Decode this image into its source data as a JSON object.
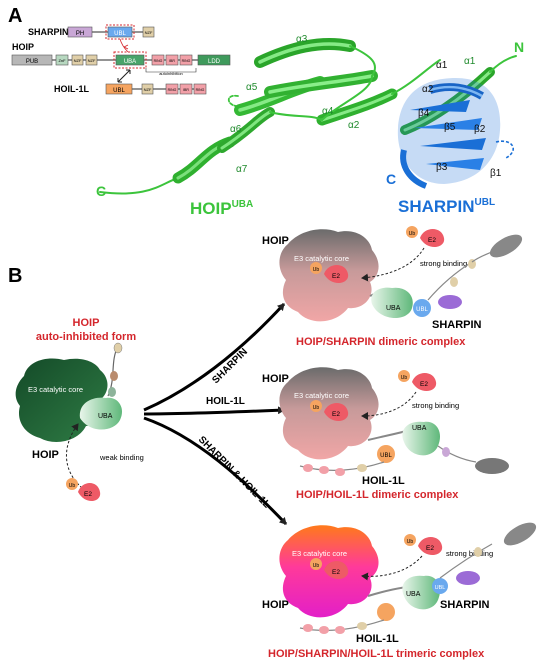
{
  "panel_a": {
    "label": "A",
    "domain_map": {
      "sharpin_row": "SHARPIN",
      "sharpin_domains": [
        "PH",
        "UBL",
        "NZF"
      ],
      "hoip_row": "HOIP",
      "hoip_domains": [
        "PUB",
        "ZnF",
        "NZF",
        "NZF",
        "UBA",
        "RING",
        "IBR",
        "RING",
        "LDD"
      ],
      "hoil_row": "HOIL-1L",
      "hoil_domains": [
        "UBL",
        "NZF",
        "RING",
        "IBR",
        "RING"
      ],
      "autoinhibition": "autoinhibition"
    },
    "helices": [
      "α1",
      "α2",
      "α3",
      "α4",
      "α5",
      "α6",
      "α7"
    ],
    "sharpin_ss": [
      "α1",
      "α2",
      "β1",
      "β2",
      "β3",
      "β4",
      "β5"
    ],
    "n_term": "N",
    "c_term_hoip": "C",
    "c_term_sharpin": "C",
    "hoip_label": "HOIP",
    "hoip_sup": "UBA",
    "sharpin_label": "SHARPIN",
    "sharpin_sup": "UBL"
  },
  "panel_b": {
    "label": "B",
    "left": {
      "title_line1": "HOIP",
      "title_line2": "auto-inhibited form",
      "core": "E3 catalytic core",
      "uba": "UBA",
      "hoip": "HOIP",
      "weak": "weak binding",
      "ub": "Ub",
      "e2": "E2"
    },
    "arrows": [
      "SHARPIN",
      "HOIL-1L",
      "SHARPIN & HOIL-1L"
    ],
    "top": {
      "hoip": "HOIP",
      "core": "E3 catalytic core",
      "ub": "Ub",
      "e2": "E2",
      "strong": "strong binding",
      "uba": "UBA",
      "ubl": "UBL",
      "sharpin": "SHARPIN",
      "caption": "HOIP/SHARPIN dimeric complex"
    },
    "middle": {
      "hoip": "HOIP",
      "core": "E3 catalytic core",
      "ub": "Ub",
      "e2": "E2",
      "strong": "strong binding",
      "uba": "UBA",
      "ubl": "UBL",
      "hoil": "HOIL-1L",
      "caption": "HOIP/HOIL-1L dimeric complex"
    },
    "bottom": {
      "hoip": "HOIP",
      "core": "E3 catalytic core",
      "ub": "Ub",
      "e2": "E2",
      "strong": "strong binding",
      "uba": "UBA",
      "ubl": "UBL",
      "sharpin": "SHARPIN",
      "hoil": "HOIL-1L",
      "caption": "HOIP/SHARPIN/HOIL-1L trimeric complex"
    }
  },
  "colors": {
    "hoip_green": "#3cc43c",
    "sharpin_blue": "#1a6fd6",
    "caption_red": "#d4262c",
    "dark_green": "#1f5e34",
    "magenta": "#ea1fb8",
    "orange": "#ff7a1a"
  }
}
